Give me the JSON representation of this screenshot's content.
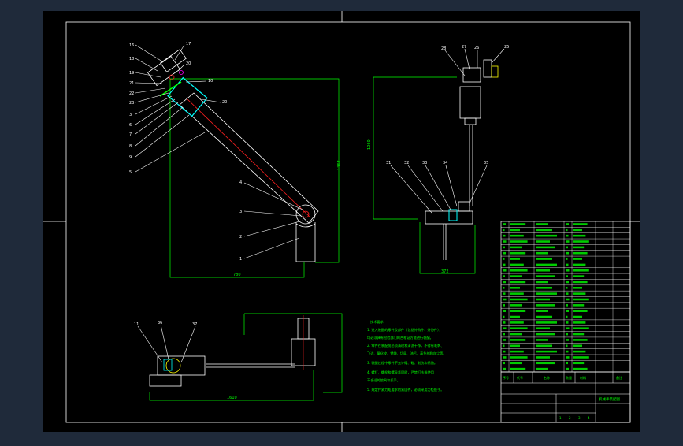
{
  "colors": {
    "backdrop": "#1f2a3a",
    "sheet": "#000000",
    "frame": "#ffffff",
    "dimension": "#00ff00",
    "centerline": "#ff2020",
    "part": "#ffffff",
    "accent": "#00ffff",
    "yellow": "#ffff00",
    "magenta": "#ff00ff",
    "table_text": "#00ff00"
  },
  "callouts": {
    "top_left": [
      "16",
      "17",
      "18",
      "19",
      "20",
      "21",
      "10",
      "22",
      "23",
      "3",
      "6",
      "7",
      "8",
      "9",
      "5",
      "4",
      "3",
      "2",
      "1"
    ],
    "top_right": [
      "28",
      "27",
      "26",
      "25",
      "31",
      "32",
      "33",
      "34",
      "35"
    ],
    "bottom": [
      "11",
      "36",
      "37"
    ]
  },
  "dimensions": {
    "arm_width": "780",
    "arm_height": "1367",
    "side_height": "1060",
    "side_width": "372",
    "bottom_width": "1610"
  },
  "notes": {
    "heading": "技术要求",
    "lines": [
      "1. 进入装配的零件及部件（包括外购件、外协件），",
      "   均必须具有检验部门的合格证方能进行装配。",
      "2. 零件在装配前必须清理和清洗干净，不得有毛刺、",
      "   飞边、氧化皮、锈蚀、切屑、油污、着色剂和灰尘等。",
      "3. 装配过程中零件不允许磕、碰、划伤和锈蚀。",
      "4. 螺钉、螺栓和螺母紧固时，严禁打击或使用",
      "   不合适的旋具和扳手。",
      "5. 规定拧紧力矩要求的紧固件，必须采用力矩扳手。"
    ]
  },
  "title_block": {
    "drawing_title": "机械手装配图",
    "header_cells": [
      "序号",
      "代号",
      "名称",
      "数量",
      "材料",
      "备注"
    ],
    "scale_cells": [
      "1",
      "2",
      "3",
      "4"
    ]
  }
}
